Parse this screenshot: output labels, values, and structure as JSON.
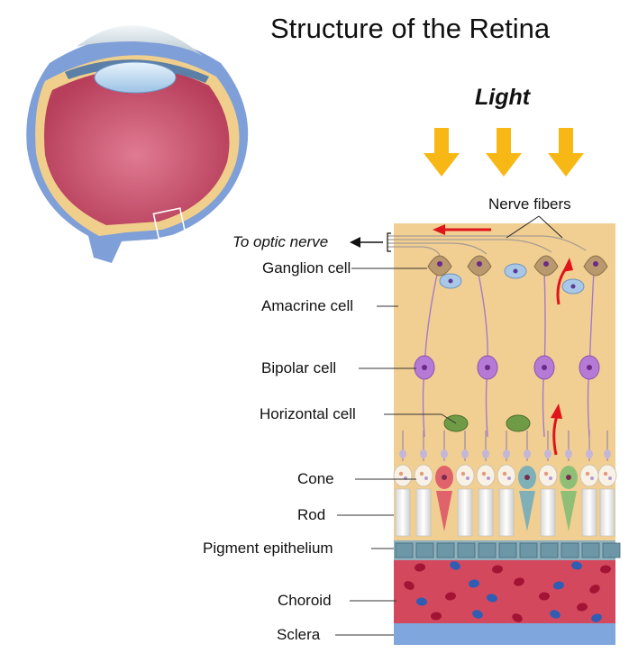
{
  "title": "Structure of the Retina",
  "light_label": "Light",
  "nerve_fibers_label": "Nerve fibers",
  "optic_nerve_label": "To optic nerve",
  "layer_labels": {
    "ganglion": "Ganglion cell",
    "amacrine": "Amacrine cell",
    "bipolar": "Bipolar cell",
    "horizontal": "Horizontal cell",
    "cone": "Cone",
    "rod": "Rod",
    "pigment": "Pigment epithelium",
    "choroid": "Choroid",
    "sclera": "Sclera"
  },
  "colors": {
    "background_tissue": "#f1cf92",
    "light_arrow": "#f7b816",
    "signal_arrow": "#e0141b",
    "choroid": "#d4485e",
    "sclera": "#7fa6dd",
    "pigment": "#6d96a6",
    "eye_vitreous": "#b73f5c",
    "bipolar_cell": "#b57ad6",
    "horizontal_cell": "#6f9a46",
    "ganglion_cell": "#b9986d",
    "amacrine_cell": "#a9c8e8"
  }
}
